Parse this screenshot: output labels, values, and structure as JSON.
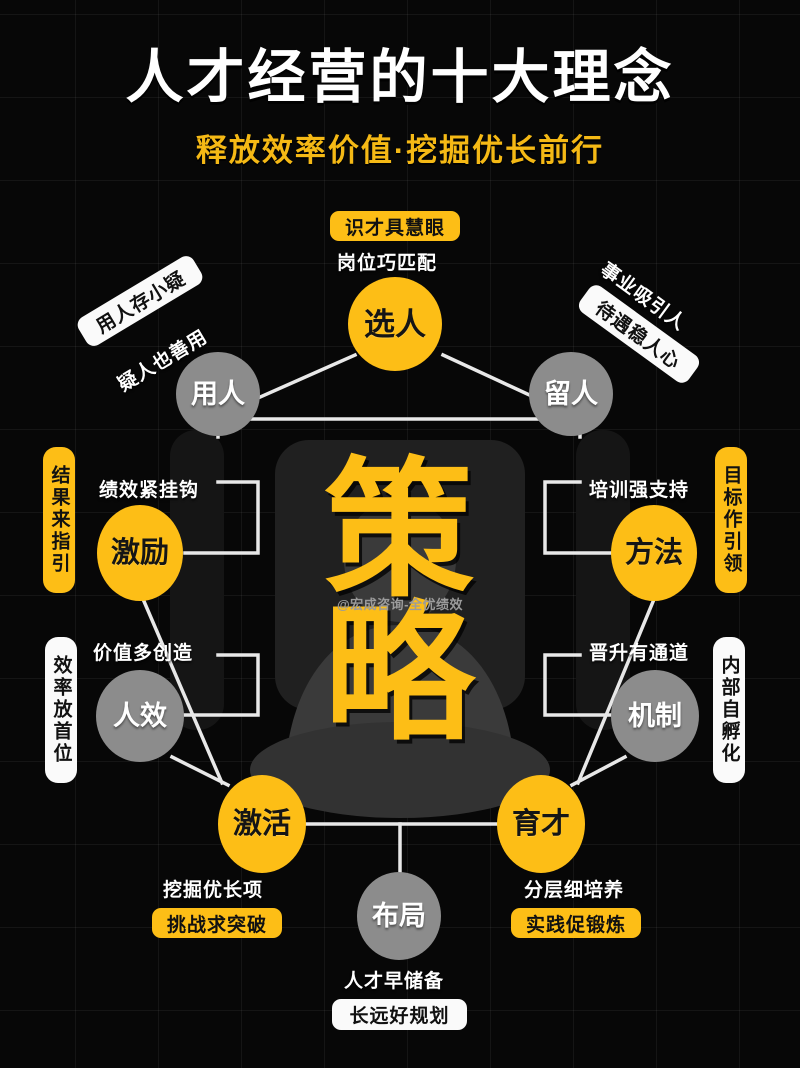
{
  "header": {
    "title": "人才经营的十大理念",
    "subtitle": "释放效率价值·挖掘优长前行"
  },
  "center": {
    "line1": "策",
    "line2": "略",
    "watermark": "@宏成咨询-全优绩效"
  },
  "colors": {
    "background": "#070707",
    "accent_yellow": "#FDBE16",
    "node_gray": "#8C8C8C",
    "text_white": "#FFFFFF",
    "subtitle_yellow": "#F5B915",
    "connector": "#E8E8E8"
  },
  "nodes": [
    {
      "id": "xuanren",
      "label": "选人",
      "style": "yellow"
    },
    {
      "id": "yongren",
      "label": "用人",
      "style": "gray"
    },
    {
      "id": "liuren",
      "label": "留人",
      "style": "gray"
    },
    {
      "id": "jili",
      "label": "激励",
      "style": "yellow"
    },
    {
      "id": "fangfa",
      "label": "方法",
      "style": "yellow"
    },
    {
      "id": "renxiao",
      "label": "人效",
      "style": "gray"
    },
    {
      "id": "jizhi",
      "label": "机制",
      "style": "gray"
    },
    {
      "id": "jihuo",
      "label": "激活",
      "style": "yellow"
    },
    {
      "id": "yucai",
      "label": "育才",
      "style": "yellow"
    },
    {
      "id": "buju",
      "label": "布局",
      "style": "gray"
    }
  ],
  "captions": {
    "xuanren_pill": "识才具慧眼",
    "xuanren_text": "岗位巧匹配",
    "yongren_pill": "用人存小疑",
    "yongren_text": "疑人也善用",
    "liuren_text": "事业吸引人",
    "liuren_pill": "待遇稳人心",
    "jili_pill": "结果来指引",
    "jili_text": "绩效紧挂钩",
    "fangfa_text": "培训强支持",
    "fangfa_pill": "目标作引领",
    "renxiao_pill": "效率放首位",
    "renxiao_text": "价值多创造",
    "jizhi_text": "晋升有通道",
    "jizhi_pill": "内部自孵化",
    "jihuo_text": "挖掘优长项",
    "jihuo_pill": "挑战求突破",
    "yucai_text": "分层细培养",
    "yucai_pill": "实践促锻炼",
    "buju_text": "人才早储备",
    "buju_pill": "长远好规划"
  }
}
